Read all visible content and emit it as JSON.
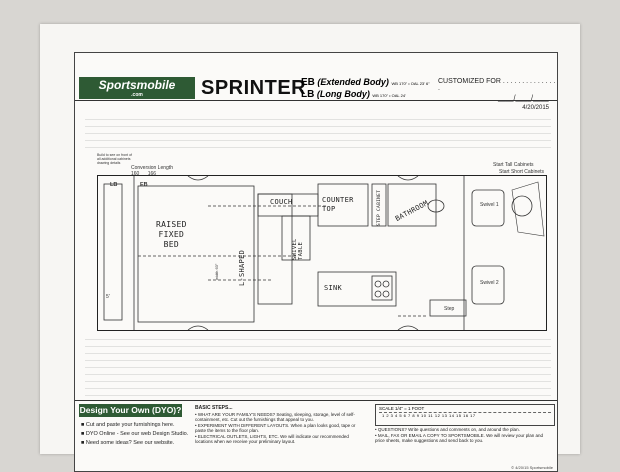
{
  "header": {
    "logo_text": "Sportsmobile",
    "logo_sub": ".com",
    "model": "SPRINTER",
    "eb_code": "EB",
    "eb_label": "(Extended Body)",
    "eb_spec": "WB 170\" • OAL 23' 6\"",
    "lb_code": "LB",
    "lb_label": "(Long Body)",
    "lb_spec": "WB 170\" • OAL 24'",
    "customized_for": "CUSTOMIZED FOR . . . . . . . . . . . . . . .",
    "customized_date": "____/____/____",
    "date": "4/20/2015"
  },
  "plan_notes": {
    "build_note": "Build to see on front of all additional cabinets drawing details",
    "conversion_length": "Conversion Length",
    "length_160": "160",
    "length_166": "166",
    "start_tall": "Start Tall Cabinets",
    "start_short": "Start Short Cabinets",
    "lb": "LB",
    "eb": "EB",
    "width": "width 63\"",
    "five_ft": "5'",
    "step": "Step",
    "swivel_1": "Swivel 1",
    "swivel_2": "Swivel 2"
  },
  "handwriting": {
    "raised_fixed_bed": "RAISED\nFIXED\nBED",
    "l_shaped": "L-SHAPED",
    "couch": "COUCH",
    "swivel_table": "SWIVEL\nTABLE",
    "counter_top": "COUNTER\nTOP",
    "step_cabinet": "STEP CABINET",
    "bathroom": "BATHROOM",
    "sink": "SINK"
  },
  "footer": {
    "dyo_title": "Design Your Own (DYO)?",
    "bullets": [
      "Cut and paste your furnishings here.",
      "DYO Online - See our web Design Studio.",
      "Need some ideas? See our website."
    ],
    "basic_steps": "BASIC STEPS...",
    "steps_left": [
      "• WHAT ARE YOUR FAMILY'S NEEDS? Seating, sleeping, storage, level of self-containment, etc. Cut out the furnishings that appeal to you.",
      "• EXPERIMENT WITH DIFFERENT LAYOUTS. When a plan looks good, tape or paste the items to the floor plan.",
      "• ELECTRICAL OUTLETS, LIGHTS, ETC. We will indicate our recommended locations when we receive your preliminary layout."
    ],
    "scale_title": "SCALE 1/4\" = 1 FOOT",
    "scale_ticks": "1  2  3  4  5  6  7  8  9  10  11  12  13  14  15  16  17",
    "steps_right": [
      "• QUESTIONS? Write questions and comments on, and around the plan.",
      "• MAIL, FAX OR EMAIL A COPY TO SPORTSMOBILE. We will review your plan and price sheets, make suggestions and send back to you."
    ],
    "copyright": "© 4/20/15 Sportsmobile"
  }
}
